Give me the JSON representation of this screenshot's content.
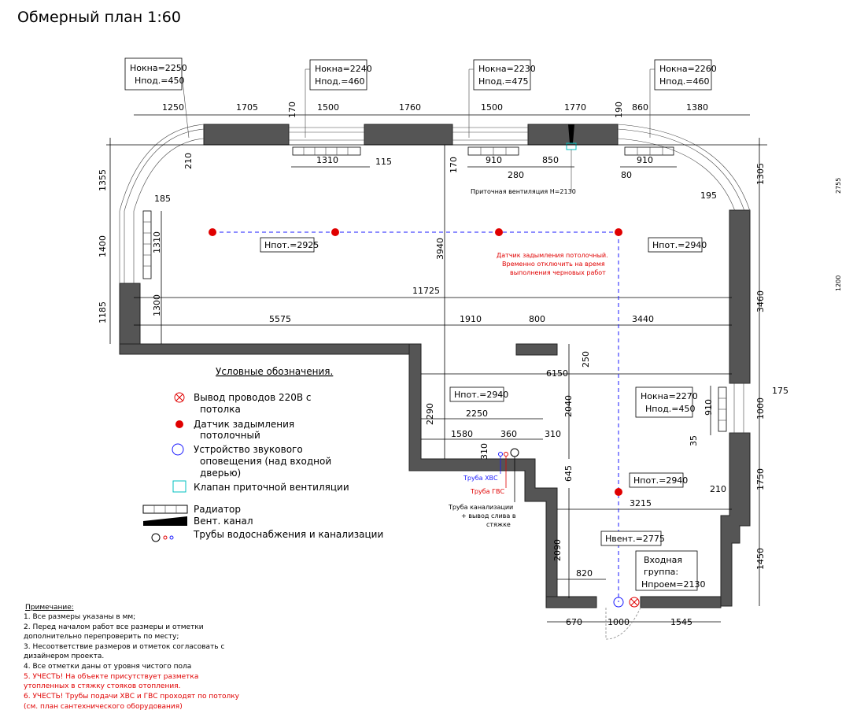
{
  "title": "Обмерный план 1:60",
  "colors": {
    "wall": "#555555",
    "sensor": "#e00000",
    "pipe_cold": "#1a1aff",
    "vent": "#00c0c0"
  },
  "window_tags": [
    {
      "h_window": "Hокна=2250",
      "h_sill": "Hпод.=450"
    },
    {
      "h_window": "Hокна=2240",
      "h_sill": "Hпод.=460"
    },
    {
      "h_window": "Hокна=2230",
      "h_sill": "Hпод.=475"
    },
    {
      "h_window": "Hокна=2260",
      "h_sill": "Hпод.=460"
    },
    {
      "h_window": "Hокна=2270",
      "h_sill": "Hпод.=450"
    }
  ],
  "room_heights": [
    "Hпот.=2925",
    "Hпот.=2940",
    "Hпот.=2940",
    "Hпот.=2940"
  ],
  "vent_height": "Hвент.=2775",
  "entrance": {
    "line1": "Входная",
    "line2": "группа:",
    "line3": "Hпроем=2130"
  },
  "top_dims": [
    "1250",
    "1705",
    "1500",
    "1760",
    "1500",
    "1770",
    "860",
    "1380"
  ],
  "top_small_dims": [
    "170",
    "190"
  ],
  "under_window_dims": [
    "1310",
    "115",
    "910",
    "280",
    "850",
    "910",
    "80"
  ],
  "left_dims": [
    "1355",
    "1400",
    "1185",
    "1310",
    "1300",
    "210",
    "185",
    "170"
  ],
  "right_dims": [
    "1305",
    "195",
    "3460",
    "175",
    "1000",
    "910",
    "35",
    "1750",
    "210",
    "1450"
  ],
  "far_right_dims": [
    "2755",
    "1200"
  ],
  "inner_dims": [
    "11725",
    "5575",
    "1910",
    "800",
    "3440",
    "6150",
    "250",
    "3940",
    "2290",
    "2040",
    "2250",
    "1580",
    "360",
    "310",
    "310",
    "645",
    "3215",
    "2090",
    "820",
    "670",
    "1000",
    "1545"
  ],
  "vent_note": "Приточная вентиляция Н=2130",
  "smoke_note": [
    "Датчик задымления потолочный.",
    "Временно отключить на время",
    "выполнения черновых работ"
  ],
  "pipe_labels": {
    "cold": "Труба ХВС",
    "hot": "Труба ГВС",
    "sewer": [
      "Труба канализации",
      "+ вывод слива в",
      "стяжке"
    ]
  },
  "legend": {
    "title": "Условные обозначения.",
    "items": [
      [
        "Вывод проводов 220В с",
        "потолка"
      ],
      [
        "Датчик задымления",
        "потолочный"
      ],
      [
        "Устройство звукового",
        "оповещения (над входной",
        "дверью)"
      ],
      [
        "Клапан приточной вентиляции"
      ],
      [
        "Радиатор"
      ],
      [
        "Вент. канал"
      ],
      [
        "Трубы водоснабжения и канализации"
      ]
    ]
  },
  "notes": {
    "title": "Примечание:",
    "lines": [
      {
        "text": "1. Все размеры указаны в мм;",
        "red": false
      },
      {
        "text": "2. Перед началом работ все размеры и отметки",
        "red": false
      },
      {
        "text": "дополнительно перепроверить по месту;",
        "red": false
      },
      {
        "text": "3. Несоответствие размеров и отметок согласовать с",
        "red": false
      },
      {
        "text": "дизайнером проекта.",
        "red": false
      },
      {
        "text": "4. Все отметки даны от уровня чистого пола",
        "red": false
      },
      {
        "text": "5. УЧЕСТЬ! На объекте присутствует разметка",
        "red": true
      },
      {
        "text": "утопленных в стяжку стояков отопления.",
        "red": true
      },
      {
        "text": "6. УЧЕСТЬ! Трубы подачи ХВС и ГВС проходят по потолку",
        "red": true
      },
      {
        "text": "(см. план сантехнического оборудования)",
        "red": true
      }
    ]
  }
}
